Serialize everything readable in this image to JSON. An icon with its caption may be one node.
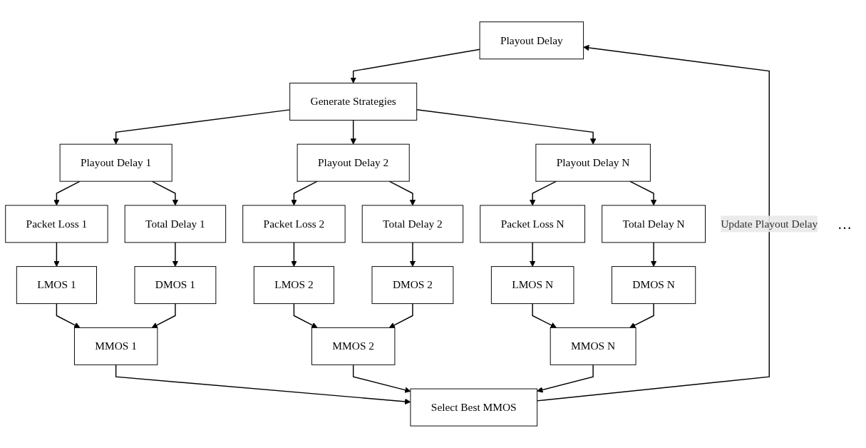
{
  "diagram": {
    "nodes": [
      {
        "text": [
          "Playout Delay"
        ]
      },
      {
        "text": [
          "Generate Strategies"
        ]
      },
      {
        "text": [
          "Playout Delay 1"
        ]
      },
      {
        "text": [
          "Playout Delay 2"
        ]
      },
      {
        "text": [
          "Playout Delay N"
        ]
      },
      {
        "text": [
          "Packet Loss 1"
        ]
      },
      {
        "text": [
          "Total Delay 1"
        ]
      },
      {
        "text": [
          "Packet Loss 2"
        ]
      },
      {
        "text": [
          "Total Delay 2"
        ]
      },
      {
        "text": [
          "Packet Loss N"
        ]
      },
      {
        "text": [
          "Total Delay N"
        ]
      },
      {
        "text": [
          "LMOS 1"
        ]
      },
      {
        "text": [
          "DMOS 1"
        ]
      },
      {
        "text": [
          "LMOS 2"
        ]
      },
      {
        "text": [
          "DMOS 2"
        ]
      },
      {
        "text": [
          "LMOS N"
        ]
      },
      {
        "text": [
          "DMOS N"
        ]
      },
      {
        "text": [
          "MMOS 1"
        ]
      },
      {
        "text": [
          "MMOS 2"
        ]
      },
      {
        "text": [
          "MMOS N"
        ]
      },
      {
        "text": [
          "Select Best MMOS"
        ]
      }
    ],
    "edges": [
      {
        "from": 0,
        "to": 1,
        "arrow": "to"
      },
      {
        "from": 1,
        "to": 2,
        "arrow": "to"
      },
      {
        "from": 1,
        "to": 3,
        "arrow": "to"
      },
      {
        "from": 1,
        "to": 4,
        "arrow": "to"
      },
      {
        "from": 2,
        "to": 5,
        "arrow": "to"
      },
      {
        "from": 2,
        "to": 6,
        "arrow": "to"
      },
      {
        "from": 3,
        "to": 7,
        "arrow": "to"
      },
      {
        "from": 3,
        "to": 8,
        "arrow": "to"
      },
      {
        "from": 4,
        "to": 9,
        "arrow": "to"
      },
      {
        "from": 4,
        "to": 10,
        "arrow": "to"
      },
      {
        "from": 5,
        "to": 11,
        "arrow": "to"
      },
      {
        "from": 6,
        "to": 12,
        "arrow": "to"
      },
      {
        "from": 7,
        "to": 13,
        "arrow": "to"
      },
      {
        "from": 8,
        "to": 14,
        "arrow": "to"
      },
      {
        "from": 9,
        "to": 15,
        "arrow": "to"
      },
      {
        "from": 10,
        "to": 16,
        "arrow": "to"
      },
      {
        "from": 11,
        "to": 17,
        "arrow": "to"
      },
      {
        "from": 12,
        "to": 17,
        "arrow": "to"
      },
      {
        "from": 13,
        "to": 18,
        "arrow": "to"
      },
      {
        "from": 14,
        "to": 18,
        "arrow": "to"
      },
      {
        "from": 15,
        "to": 19,
        "arrow": "to"
      },
      {
        "from": 16,
        "to": 19,
        "arrow": "to"
      },
      {
        "from": 17,
        "to": 20,
        "arrow": "to"
      },
      {
        "from": 18,
        "to": 20,
        "arrow": "to"
      },
      {
        "from": 19,
        "to": 20,
        "arrow": "to"
      },
      {
        "from": 20,
        "to": 0,
        "arrow": "to",
        "label": "Update Playout Delay"
      }
    ],
    "labels": [
      "…"
    ]
  }
}
